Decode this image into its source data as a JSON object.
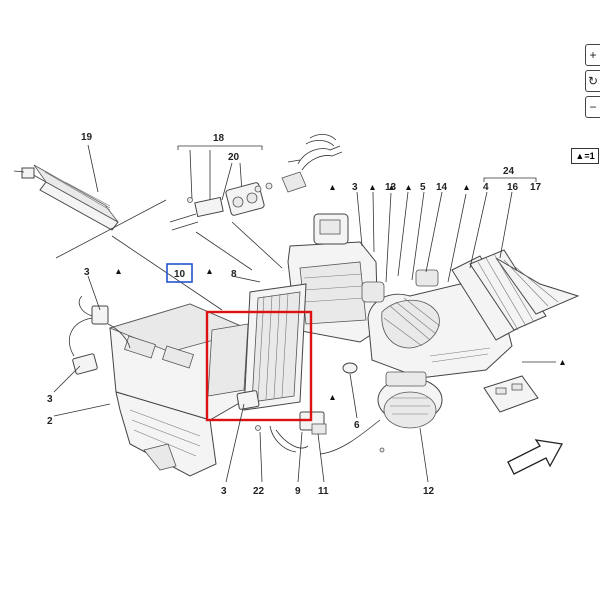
{
  "callouts": {
    "c19": "19",
    "c18": "18",
    "c20": "20",
    "c24": "24",
    "c3a": "3",
    "c13": "13",
    "c5": "5",
    "c14": "14",
    "c4": "4",
    "c16": "16",
    "c17": "17",
    "c8": "8",
    "c10": "10",
    "c3b": "3",
    "c3c": "3",
    "c2": "2",
    "c6": "6",
    "c3d": "3",
    "c22": "22",
    "c9": "9",
    "c11": "11",
    "c12": "12"
  },
  "legend": {
    "text": "▲=1"
  },
  "toolbar": {
    "zoom_in": "+",
    "rotate": "↻",
    "zoom_out": "−"
  },
  "colors": {
    "highlight": "#dd1111",
    "selected_callout": "#2255cc",
    "line": "#333333"
  }
}
